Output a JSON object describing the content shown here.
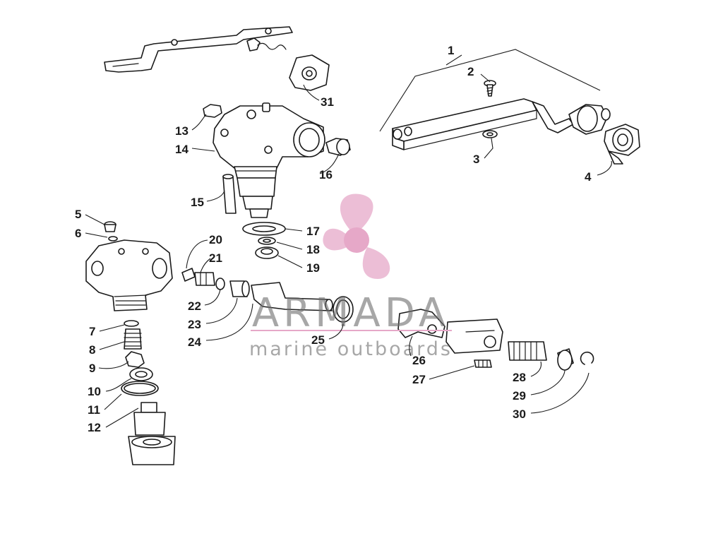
{
  "callouts": [
    "1",
    "2",
    "3",
    "4",
    "5",
    "6",
    "7",
    "8",
    "9",
    "10",
    "11",
    "12",
    "13",
    "14",
    "15",
    "16",
    "17",
    "18",
    "19",
    "20",
    "21",
    "22",
    "23",
    "24",
    "25",
    "26",
    "27",
    "28",
    "29",
    "30",
    "31"
  ],
  "watermark": {
    "brand": "ARMADA",
    "tagline": "marine outboards",
    "color": "#e6a8c8"
  }
}
